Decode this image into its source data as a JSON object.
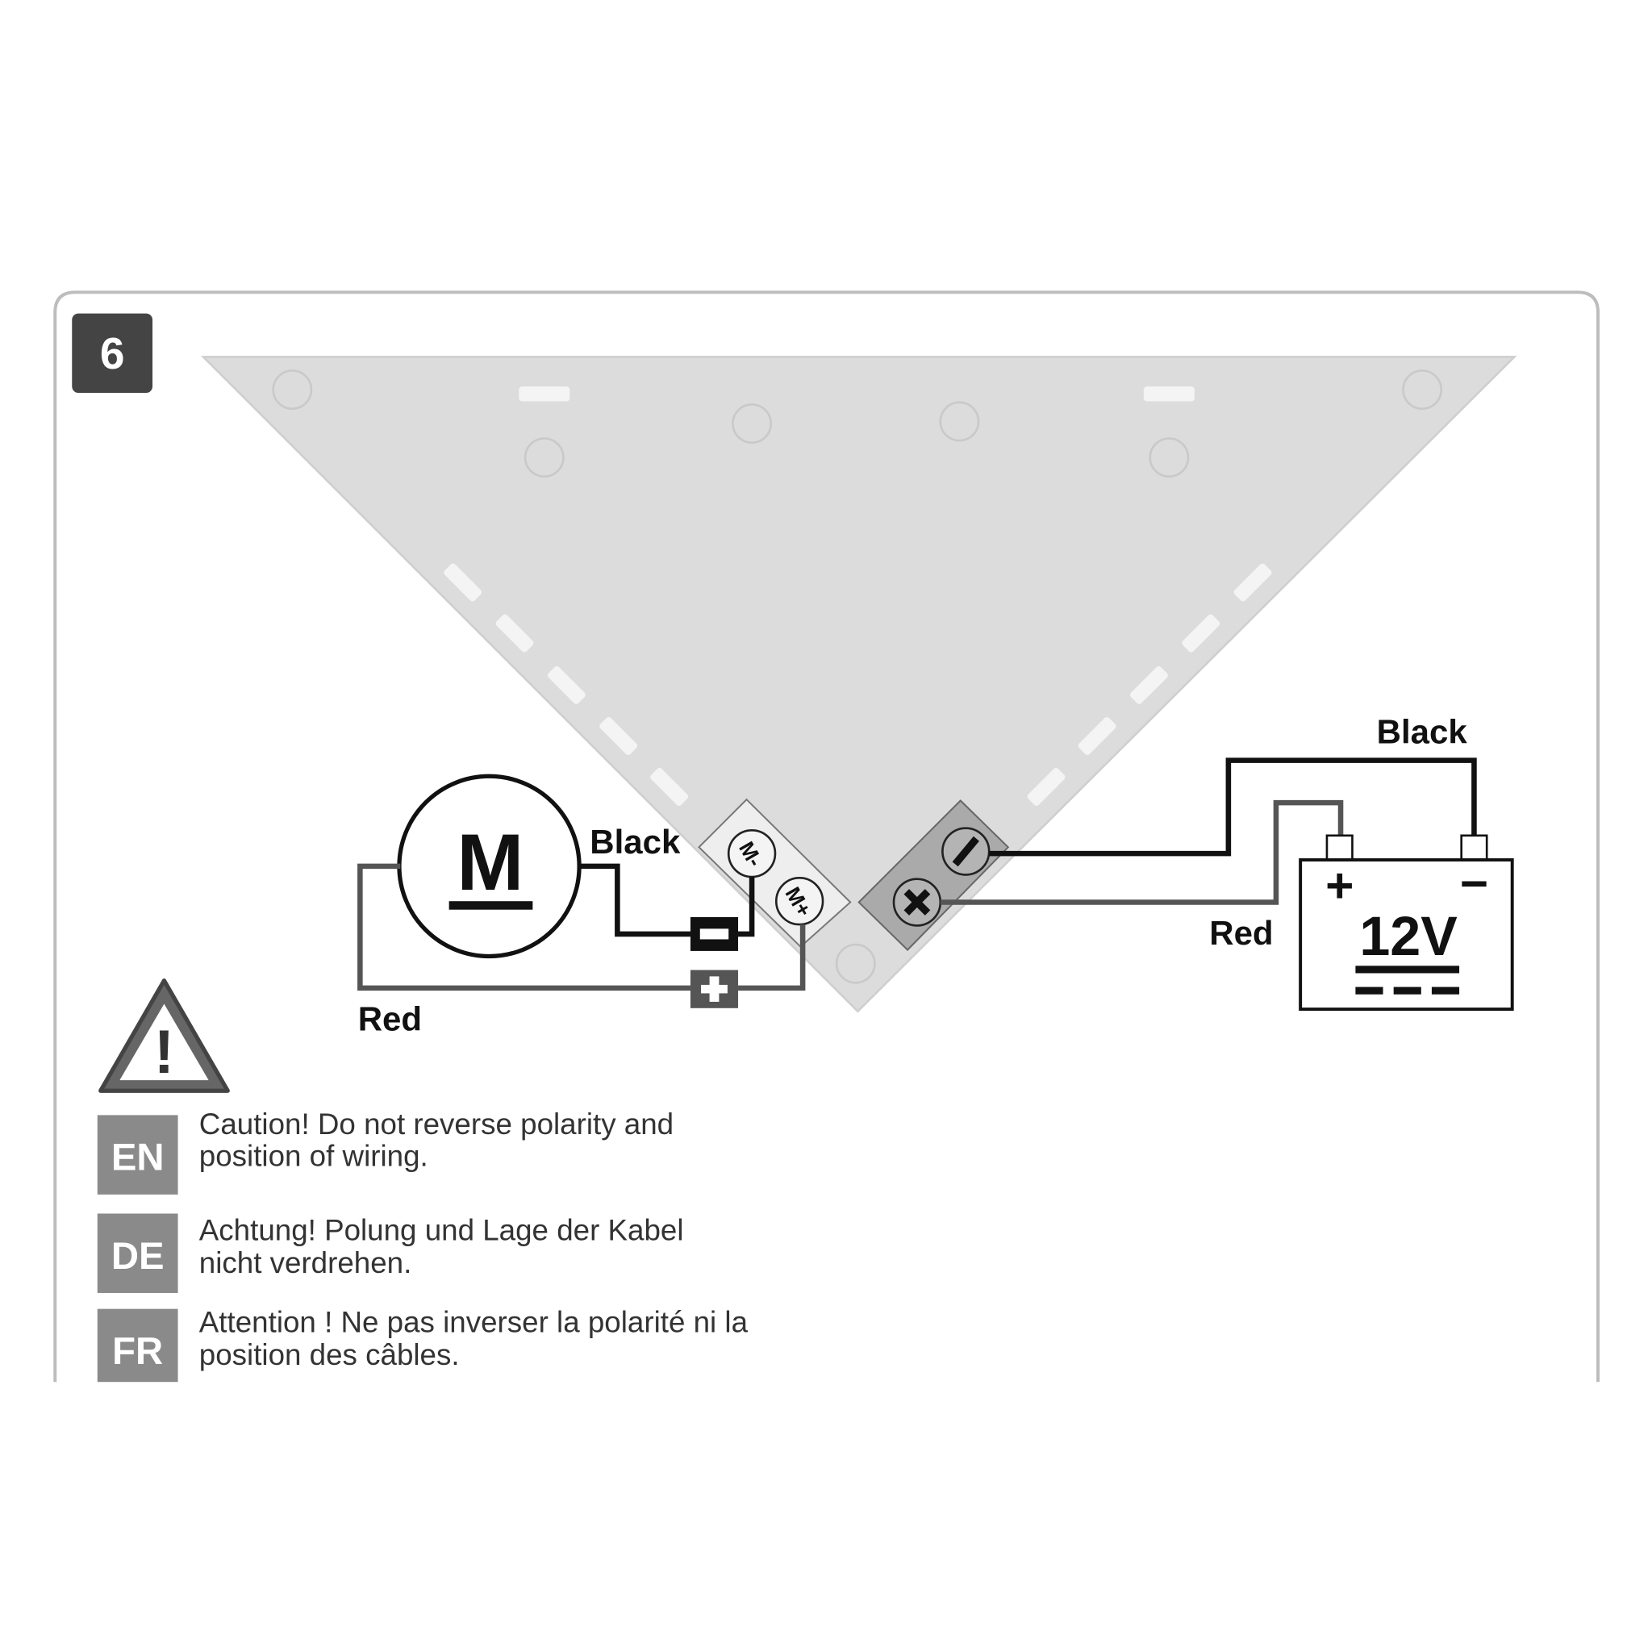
{
  "step_number": "6",
  "motor": {
    "symbol": "M"
  },
  "labels": {
    "motor_black": "Black",
    "motor_red": "Red",
    "battery_black": "Black",
    "battery_red": "Red"
  },
  "controller_terminals": {
    "motor_minus": "M-",
    "motor_plus": "M+",
    "power_minus": "−",
    "power_plus": "+"
  },
  "connectors": {
    "minus": "−",
    "plus": "+"
  },
  "battery": {
    "voltage": "12V",
    "plus": "+",
    "minus": "−"
  },
  "warnings": [
    {
      "lang": "EN",
      "line1": "Caution! Do not reverse polarity and",
      "line2": "position of wiring."
    },
    {
      "lang": "DE",
      "line1": "Achtung! Polung und Lage der Kabel",
      "line2": "nicht verdrehen."
    },
    {
      "lang": "FR",
      "line1": "Attention ! Ne pas inverser la polarité ni la",
      "line2": "position des câbles."
    }
  ],
  "warning_symbol": "!",
  "colors": {
    "black_wire": "#111111",
    "red_wire": "#555555",
    "panel": "#dddddd",
    "badge": "#444444",
    "lang_badge": "#8a8a8a"
  }
}
